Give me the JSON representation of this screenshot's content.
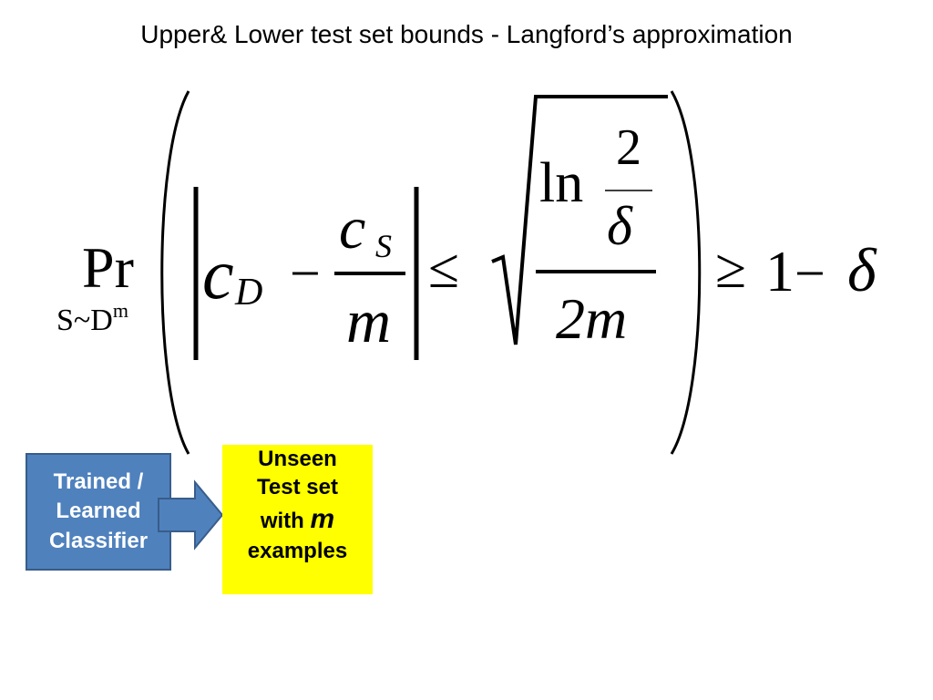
{
  "slide": {
    "title": "Upper& Lower test set bounds - Langford’s approximation"
  },
  "formula": {
    "pr": "Pr",
    "pr_subscript": "S~D",
    "pr_subscript_sup": "m",
    "c": "c",
    "sub_d": "D",
    "minus": "−",
    "sub_s": "S",
    "m": "m",
    "le": "≤",
    "ln": "ln",
    "two": "2",
    "delta": "δ",
    "two_m": "2m",
    "ge": "≥",
    "one": "1"
  },
  "blue_box": {
    "line1": "Trained /",
    "line2": "Learned",
    "line3": "Classifier"
  },
  "yellow_box": {
    "line1": "Unseen",
    "line2": "Test set",
    "line3": "with",
    "m": "m",
    "line4": "examples"
  },
  "colors": {
    "blue_box": "#4f81bd",
    "blue_border": "#385d8a",
    "yellow_box": "#ffff00"
  }
}
